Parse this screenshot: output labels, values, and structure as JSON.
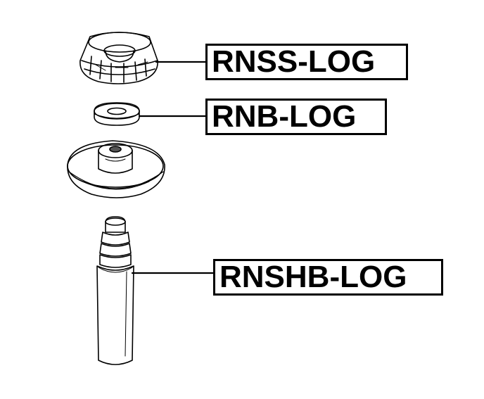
{
  "parts": [
    {
      "id": "mount",
      "label": "RNSS-LOG"
    },
    {
      "id": "bearing",
      "label": "RNB-LOG"
    },
    {
      "id": "bump-stop",
      "label": "RNSHB-LOG"
    }
  ],
  "colors": {
    "line": "#000000",
    "background": "#ffffff"
  }
}
